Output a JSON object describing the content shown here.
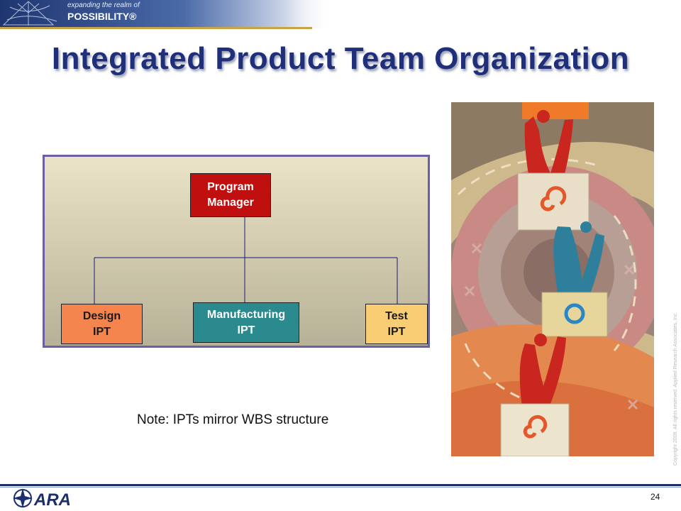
{
  "banner": {
    "tagline_small": "expanding the realm of",
    "tagline_big": "POSSIBILITY®"
  },
  "slide": {
    "title": "Integrated Product Team Organization",
    "note": "Note: IPTs mirror WBS structure",
    "page_number": "24",
    "copyright": "Copyright 2009. All rights reserved. Applied Research Associates, Inc."
  },
  "org_chart": {
    "root": {
      "line1": "Program",
      "line2": "Manager"
    },
    "children": [
      {
        "line1": "Design",
        "line2": "IPT"
      },
      {
        "line1": "Manufacturing",
        "line2": "IPT"
      },
      {
        "line1": "Test",
        "line2": "IPT"
      }
    ]
  },
  "footer": {
    "logo_text": "ARA"
  },
  "colors": {
    "title": "#1f2f7a",
    "panel_border": "#6b5fa8",
    "program_manager": "#c00f0f",
    "design_ipt": "#f4854f",
    "manufacturing_ipt": "#2a8a8e",
    "test_ipt": "#f9cd74",
    "footer_line": "#1b2f6f"
  }
}
